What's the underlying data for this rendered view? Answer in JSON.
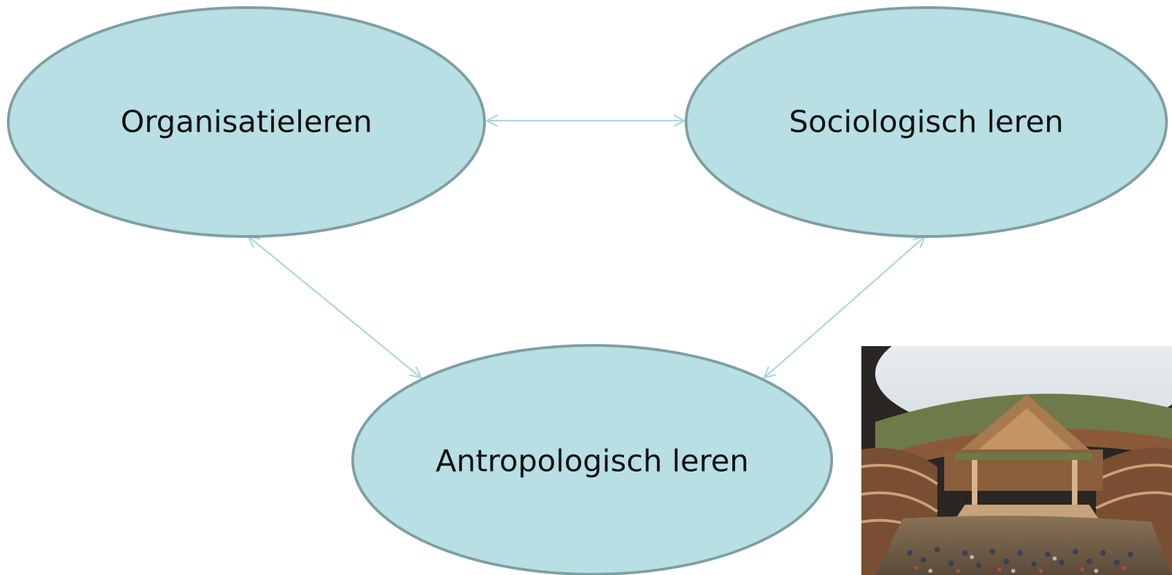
{
  "diagram": {
    "nodes": {
      "organisatieleren": "Organisatieleren",
      "sociologisch": "Sociologisch leren",
      "antropologisch": "Antropologisch leren"
    },
    "colors": {
      "ellipse_fill": "#b8dfe3",
      "ellipse_stroke": "#7f9fa2",
      "connector": "#a9d7dc",
      "text": "#111111"
    },
    "edges": [
      {
        "from": "Organisatieleren",
        "to": "Sociologisch leren",
        "direction": "both"
      },
      {
        "from": "Organisatieleren",
        "to": "Antropologisch leren",
        "direction": "both"
      },
      {
        "from": "Sociologisch leren",
        "to": "Antropologisch leren",
        "direction": "both"
      }
    ]
  },
  "photo": {
    "icon": "globe-theatre-photo"
  }
}
